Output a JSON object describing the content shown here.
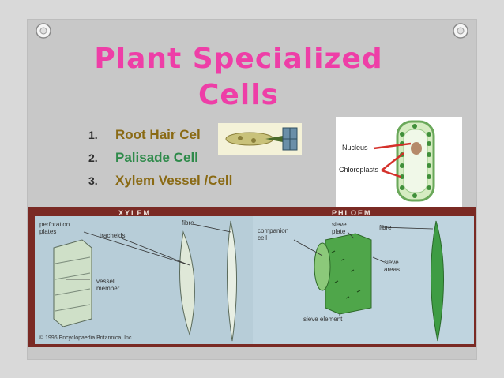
{
  "slide": {
    "title_line1": "Plant Specialized",
    "title_line2": "Cells",
    "list": [
      {
        "num": "1.",
        "text": "Root Hair Cel"
      },
      {
        "num": "2.",
        "text": "Palisade Cell"
      },
      {
        "num": "3.",
        "text": "Xylem Vessel /Cell"
      }
    ]
  },
  "cell_diagram": {
    "labels": [
      "Nucleus",
      "Chloroplasts"
    ]
  },
  "tissue_figure": {
    "left_header": "XYLEM",
    "right_header": "PHLOEM",
    "left_labels": [
      "perforation\nplates",
      "tracheids",
      "fibre",
      "vessel\nmember"
    ],
    "right_labels": [
      "companion\ncell",
      "sieve\nplate",
      "fibre",
      "sieve\nareas",
      "sieve element"
    ],
    "credit": "© 1996 Encyclopaedia Britannica, Inc."
  },
  "colors": {
    "title": "#ee3ea7",
    "item_brown": "#8a6a14",
    "item_green": "#2e8a4a",
    "banner": "#7a2a24"
  }
}
